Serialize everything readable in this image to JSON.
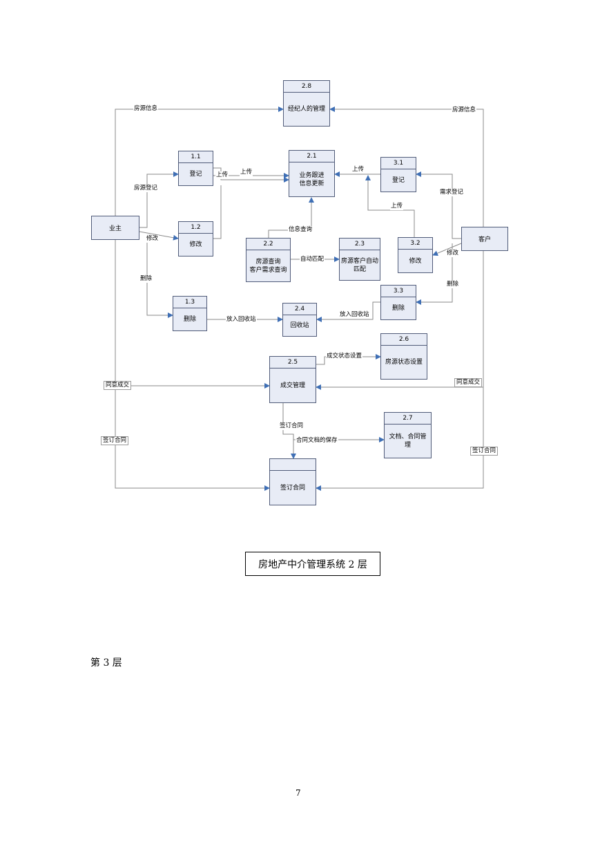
{
  "diagram": {
    "processes": {
      "p28": {
        "num": "2.8",
        "label": "经纪人的管理"
      },
      "p11": {
        "num": "1.1",
        "label": "登记"
      },
      "p21": {
        "num": "2.1",
        "label": "业务跟进\n信息更新"
      },
      "p31": {
        "num": "3.1",
        "label": "登记"
      },
      "p12": {
        "num": "1.2",
        "label": "修改"
      },
      "p22": {
        "num": "2.2",
        "label": "房源查询\n客户需求查询"
      },
      "p23": {
        "num": "2.3",
        "label": "房源客户自动\n匹配"
      },
      "p32": {
        "num": "3.2",
        "label": "修改"
      },
      "p33": {
        "num": "3.3",
        "label": "删除"
      },
      "p13": {
        "num": "1.3",
        "label": "删除"
      },
      "p24": {
        "num": "2.4",
        "label": "回收站"
      },
      "p26": {
        "num": "2.6",
        "label": "房源状态设置"
      },
      "p25": {
        "num": "2.5",
        "label": "成交管理"
      },
      "p27": {
        "num": "2.7",
        "label": "文档、合同管\n理"
      },
      "pSign": {
        "num": "",
        "label": "签订合同"
      }
    },
    "entities": {
      "owner": "业主",
      "customer": "客户"
    },
    "flows": {
      "houseInfoLeft": "房源信息",
      "houseInfoRight": "房源信息",
      "houseRegister": "房源登记",
      "upload1": "上传",
      "upload2": "上传",
      "upload3": "上传",
      "upload4": "上传",
      "demandRegister": "需求登记",
      "infoQuery": "信息查询",
      "modifyLeft": "修改",
      "autoMatch": "自动匹配",
      "modifyRight": "修改",
      "deleteLeft": "删除",
      "deleteRight": "删除",
      "toRecycleLeft": "放入回收站",
      "toRecycleRight": "放入回收站",
      "dealStatus": "成交状态设置",
      "agreeLeft": "同意成交",
      "agreeRight": "同意成交",
      "signContractMid": "签订合同",
      "saveDocs": "合同文档的保存",
      "signContractLeft": "签订合同",
      "signContractRight": "签订合同"
    }
  },
  "caption": "房地产中介管理系统 2 层",
  "heading": "第 3 层",
  "page_number": "7",
  "colors": {
    "box_fill": "#e8ecf6",
    "box_border": "#4f5a78",
    "line": "#8a8a8a",
    "arrow": "#3f6fb5"
  }
}
